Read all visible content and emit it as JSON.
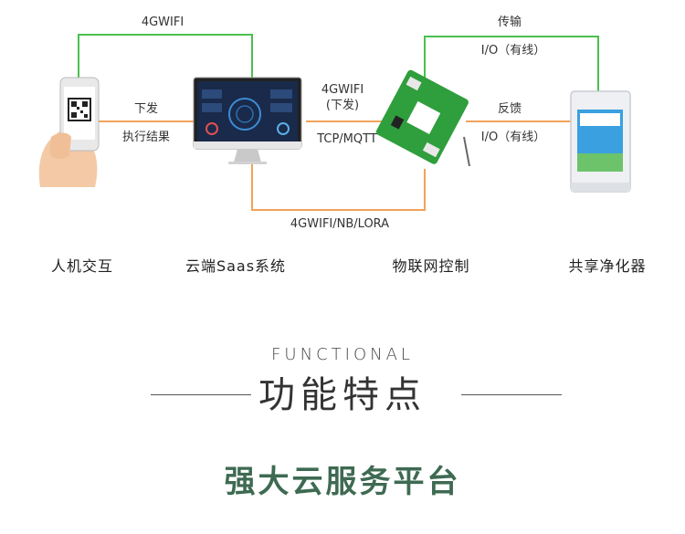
{
  "links": {
    "top_left": "4GWIFI",
    "phone_mid_top": "下发",
    "phone_mid_bottom": "执行结果",
    "pc_mid_line1": "4GWIFI",
    "pc_mid_line2": "(下发)",
    "pc_mid_bottom": "TCP/MQTT",
    "bottom": "4GWIFI/NB/LORA",
    "right_top_1": "传输",
    "right_top_2": "I/O（有线）",
    "right_mid_1": "反馈",
    "right_mid_2": "I/O（有线）"
  },
  "nodes": {
    "human": "人机交互",
    "cloud": "云端Saas系统",
    "iot": "物联网控制",
    "purifier": "共享净化器"
  },
  "section": {
    "title_en": "FUNCTIONAL",
    "title_zh": "功能特点",
    "headline": "强大云服务平台"
  },
  "colors": {
    "green": "#4bbf4f",
    "orange": "#f2a25a",
    "headline": "#3e6a52"
  }
}
